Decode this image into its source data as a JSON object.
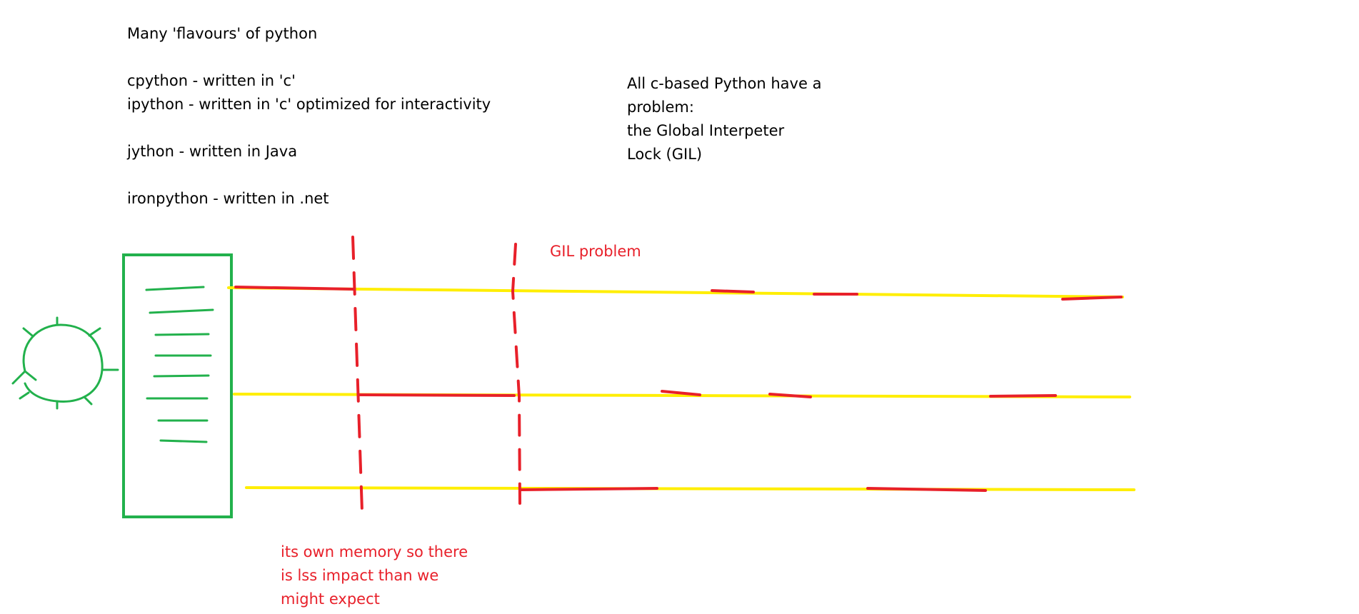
{
  "flavours_note": {
    "lines": [
      "Many 'flavours' of python",
      "",
      "cpython - written in 'c'",
      "ipython - written in 'c' optimized for interactivity",
      "",
      "jython - written in Java",
      "",
      "ironpython - written in .net"
    ]
  },
  "gil_note": {
    "lines": [
      "All c-based Python have a",
      "problem:",
      "the Global Interpeter",
      "Lock (GIL)"
    ]
  },
  "gil_label": "GIL problem",
  "memory_note": {
    "lines": [
      "its own memory so there",
      "is lss impact than we",
      "might expect"
    ]
  },
  "colors": {
    "text": "#000000",
    "annotation": "#e8202a",
    "thread_line": "#ffee00",
    "process": "#22b14c"
  },
  "icons": {
    "refresh_loop": "circular-arrow-icon",
    "process_box": "process-box-icon"
  }
}
